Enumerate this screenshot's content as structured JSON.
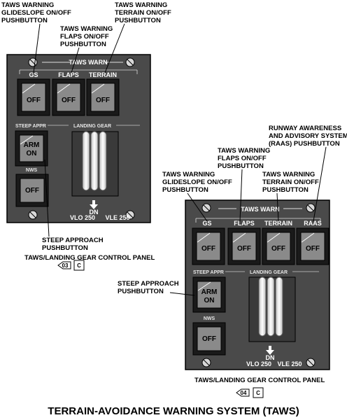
{
  "panel_a": {
    "header": "TAWS WARN",
    "btn_labels": [
      "GS",
      "FLAPS",
      "TERRAIN"
    ],
    "btn_off": "OFF",
    "steep_label": "STEEP APPR",
    "landing_gear_label": "LANDING GEAR",
    "arm": "ARM",
    "on": "ON",
    "nws_label": "NWS",
    "nws_off": "OFF",
    "dn": "DN",
    "vlo": "VLO 250",
    "vle": "VLE 250",
    "caption": "TAWS/LANDING GEAR CONTROL PANEL",
    "fig_num": "03",
    "fig_letter": "C",
    "callouts": {
      "gs": [
        "TAWS WARNING",
        "GLIDESLOPE ON/OFF",
        "PUSHBUTTON"
      ],
      "flaps": [
        "TAWS WARNING",
        "FLAPS ON/OFF",
        "PUSHBUTTON"
      ],
      "terrain": [
        "TAWS WARNING",
        "TERRAIN ON/OFF",
        "PUSHBUTTON"
      ],
      "steep": [
        "STEEP APPROACH",
        "PUSHBUTTON"
      ]
    }
  },
  "panel_b": {
    "header": "TAWS WARN",
    "btn_labels": [
      "GS",
      "FLAPS",
      "TERRAIN",
      "RAAS"
    ],
    "btn_off": "OFF",
    "steep_label": "STEEP APPR",
    "landing_gear_label": "LANDING GEAR",
    "arm": "ARM",
    "on": "ON",
    "nws_label": "NWS",
    "nws_off": "OFF",
    "dn": "DN",
    "vlo": "VLO 250",
    "vle": "VLE 250",
    "caption": "TAWS/LANDING GEAR CONTROL PANEL",
    "fig_num": "04",
    "fig_letter": "C",
    "callouts": {
      "raas": [
        "RUNWAY AWARENESS",
        "AND ADVISORY SYSTEM",
        "(RAAS) PUSHBUTTON"
      ],
      "flaps": [
        "TAWS WARNING",
        "FLAPS ON/OFF",
        "PUSHBUTTON"
      ],
      "gs": [
        "TAWS WARNING",
        "GLIDESLOPE ON/OFF",
        "PUSHBUTTON"
      ],
      "terrain": [
        "TAWS WARNING",
        "TERRAIN ON/OFF",
        "PUSHBUTTON"
      ],
      "steep": [
        "STEEP APPROACH",
        "PUSHBUTTON"
      ]
    }
  },
  "title": "TERRAIN-AVOIDANCE WARNING SYSTEM (TAWS)"
}
